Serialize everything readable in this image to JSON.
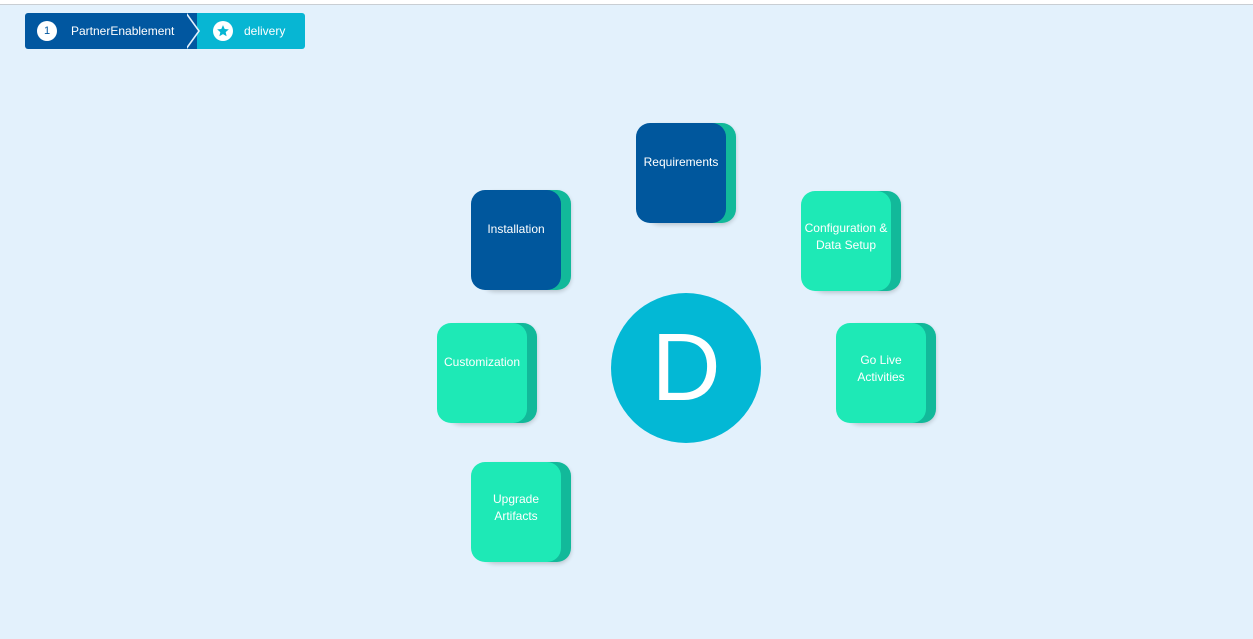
{
  "breadcrumb": {
    "step_number": "1",
    "step_label": "PartnerEnablement",
    "current_label": "delivery"
  },
  "diagram": {
    "center_letter": "D",
    "tiles": {
      "requirements": "Requirements",
      "installation": "Installation",
      "configuration": "Configuration & Data Setup",
      "customization": "Customization",
      "go_live": "Go Live Activities",
      "upgrade": "Upgrade Artifacts"
    }
  },
  "colors": {
    "background": "#e3f1fc",
    "dark_blue": "#00579d",
    "teal_center": "#03b8d5",
    "mint": "#1ee9b6",
    "tile_shadow": "#12b99a"
  }
}
